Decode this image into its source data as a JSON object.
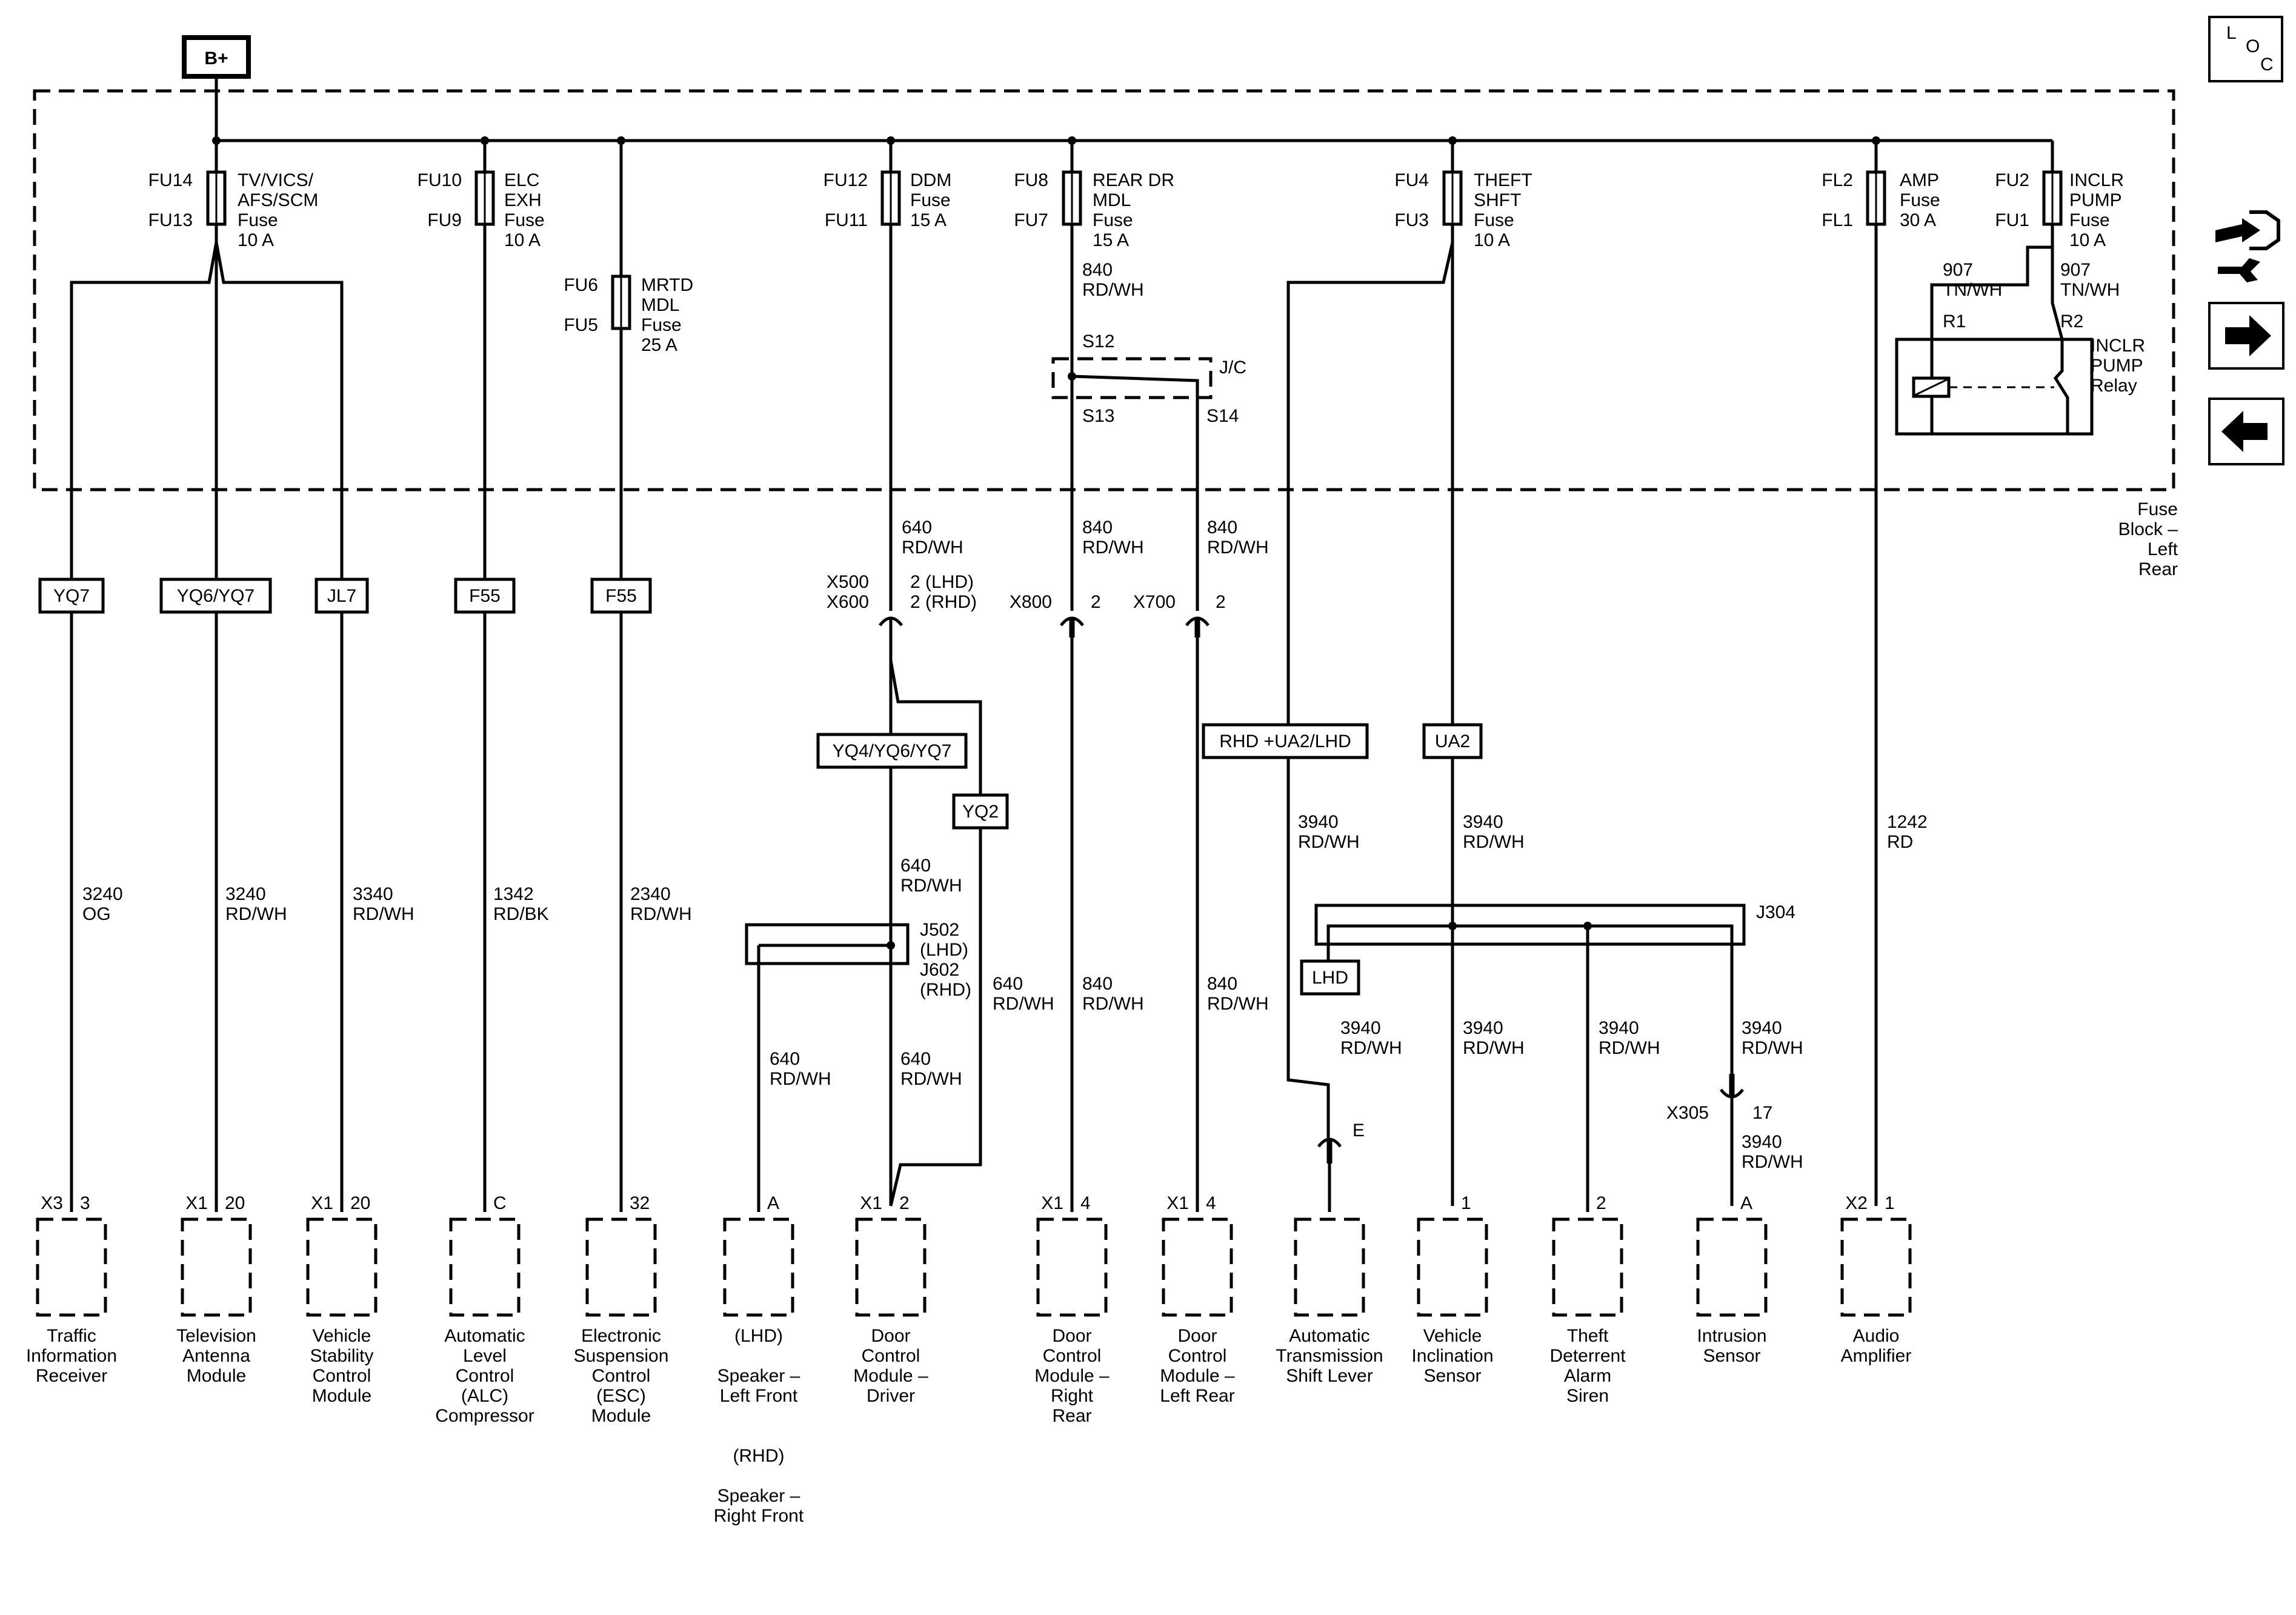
{
  "power": {
    "supply_label": "B+"
  },
  "fuse_block": {
    "label_lines": [
      "Fuse",
      "Block –",
      "Left",
      "Rear"
    ]
  },
  "fuses": [
    {
      "upper": "FU14",
      "lower": "FU13",
      "desc": [
        "TV/VICS/",
        "AFS/SCM",
        "Fuse",
        "10 A"
      ]
    },
    {
      "upper": "FU10",
      "lower": "FU9",
      "desc": [
        "ELC",
        "EXH",
        "Fuse",
        "10 A"
      ]
    },
    {
      "upper": "FU6",
      "lower": "FU5",
      "desc": [
        "MRTD",
        "MDL",
        "Fuse",
        "25 A"
      ]
    },
    {
      "upper": "FU12",
      "lower": "FU11",
      "desc": [
        "DDM",
        "Fuse",
        "15 A"
      ]
    },
    {
      "upper": "FU8",
      "lower": "FU7",
      "desc": [
        "REAR DR",
        "MDL",
        "Fuse",
        "15 A"
      ]
    },
    {
      "upper": "FU4",
      "lower": "FU3",
      "desc": [
        "THEFT",
        "SHFT",
        "Fuse",
        "10 A"
      ]
    },
    {
      "upper": "FL2",
      "lower": "FL1",
      "desc": [
        "AMP",
        "Fuse",
        "30 A"
      ]
    },
    {
      "upper": "FU2",
      "lower": "FU1",
      "desc": [
        "INCLR",
        "PUMP",
        "Fuse",
        "10 A"
      ]
    }
  ],
  "relay": {
    "label": [
      "INCLR",
      "PUMP",
      "Relay"
    ],
    "left_wire": [
      "907",
      "TN/WH"
    ],
    "right_wire": [
      "907",
      "TN/WH"
    ],
    "pin_left": "R1",
    "pin_right": "R2"
  },
  "junction": {
    "label": "J/C",
    "top": "S12",
    "bottom_left": "S13",
    "bottom_right": "S14"
  },
  "options": [
    "YQ7",
    "YQ6/YQ7",
    "JL7",
    "F55",
    "F55",
    "YQ4/YQ6/YQ7",
    "YQ2",
    "RHD +UA2/LHD",
    "UA2",
    "LHD"
  ],
  "wires": {
    "w840_top": [
      "840",
      "RD/WH"
    ],
    "w640_a": [
      "640",
      "RD/WH"
    ],
    "w840_b": [
      "840",
      "RD/WH"
    ],
    "w840_c": [
      "840",
      "RD/WH"
    ],
    "w3240_og": [
      "3240",
      "OG"
    ],
    "w3240_rdwh": [
      "3240",
      "RD/WH"
    ],
    "w3340": [
      "3340",
      "RD/WH"
    ],
    "w1342": [
      "1342",
      "RD/BK"
    ],
    "w2340": [
      "2340",
      "RD/WH"
    ],
    "w640_b": [
      "640",
      "RD/WH"
    ],
    "w640_c": [
      "640",
      "RD/WH"
    ],
    "w640_d": [
      "640",
      "RD/WH"
    ],
    "w640_e": [
      "640",
      "RD/WH"
    ],
    "w840_d": [
      "840",
      "RD/WH"
    ],
    "w840_e": [
      "840",
      "RD/WH"
    ],
    "w3940_a": [
      "3940",
      "RD/WH"
    ],
    "w3940_b": [
      "3940",
      "RD/WH"
    ],
    "w3940_c": [
      "3940",
      "RD/WH"
    ],
    "w3940_d": [
      "3940",
      "RD/WH"
    ],
    "w3940_e": [
      "3940",
      "RD/WH"
    ],
    "w3940_f": [
      "3940",
      "RD/WH"
    ],
    "w3940_g": [
      "3940",
      "RD/WH"
    ],
    "w1242": [
      "1242",
      "RD"
    ]
  },
  "connectors": {
    "x500": "X500",
    "x600": "X600",
    "x500_pins": [
      "2 (LHD)",
      "2 (RHD)"
    ],
    "x800": "X800",
    "x800_pin": "2",
    "x700": "X700",
    "x700_pin": "2",
    "j502": [
      "J502",
      "(LHD)",
      "J602",
      "(RHD)"
    ],
    "j304": "J304",
    "x305": "X305",
    "x305_pin": "17",
    "e_pin": "E"
  },
  "components": [
    {
      "conn": "X3",
      "pin": "3",
      "name": [
        "Traffic",
        "Information",
        "Receiver"
      ]
    },
    {
      "conn": "X1",
      "pin": "20",
      "name": [
        "Television",
        "Antenna",
        "Module"
      ]
    },
    {
      "conn": "X1",
      "pin": "20",
      "name": [
        "Vehicle",
        "Stability",
        "Control",
        "Module"
      ]
    },
    {
      "conn": "",
      "pin": "C",
      "name": [
        "Automatic",
        "Level",
        "Control",
        "(ALC)",
        "Compressor"
      ]
    },
    {
      "conn": "",
      "pin": "32",
      "name": [
        "Electronic",
        "Suspension",
        "Control",
        "(ESC)",
        "Module"
      ]
    },
    {
      "conn": "",
      "pin": "A",
      "name": [
        "(LHD)",
        "",
        "Speaker –",
        "Left Front",
        "",
        "",
        "(RHD)",
        "",
        "Speaker –",
        "Right Front"
      ]
    },
    {
      "conn": "X1",
      "pin": "2",
      "name": [
        "Door",
        "Control",
        "Module –",
        "Driver"
      ]
    },
    {
      "conn": "X1",
      "pin": "4",
      "name": [
        "Door",
        "Control",
        "Module –",
        "Right",
        "Rear"
      ]
    },
    {
      "conn": "X1",
      "pin": "4",
      "name": [
        "Door",
        "Control",
        "Module –",
        "Left Rear"
      ]
    },
    {
      "conn": "",
      "pin": "",
      "name": [
        "Automatic",
        "Transmission",
        "Shift Lever"
      ]
    },
    {
      "conn": "",
      "pin": "1",
      "name": [
        "Vehicle",
        "Inclination",
        "Sensor"
      ]
    },
    {
      "conn": "",
      "pin": "2",
      "name": [
        "Theft",
        "Deterrent",
        "Alarm",
        "Siren"
      ]
    },
    {
      "conn": "",
      "pin": "A",
      "name": [
        "Intrusion",
        "Sensor"
      ]
    },
    {
      "conn": "X2",
      "pin": "1",
      "name": [
        "Audio",
        "Amplifier"
      ]
    }
  ],
  "nav": {
    "loc": [
      "L",
      "O",
      "C"
    ],
    "icons": [
      "connector-wrench-icon",
      "arrow-right-icon",
      "arrow-left-icon"
    ]
  }
}
